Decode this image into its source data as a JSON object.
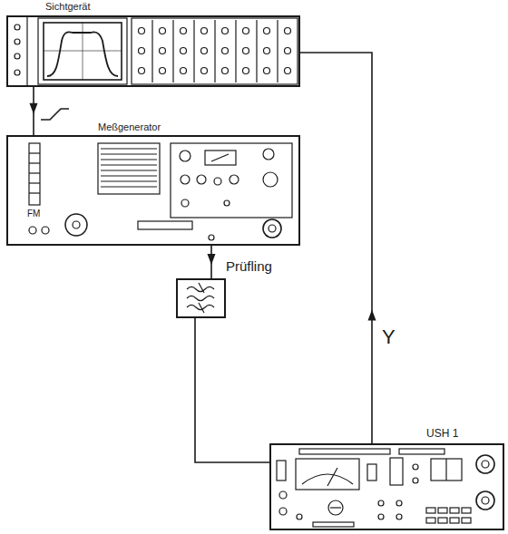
{
  "diagram": {
    "nodes": [
      {
        "text": [
          "Sichtgerät"
        ]
      },
      {
        "text": [
          "Meßgenerator",
          "FM"
        ]
      },
      {
        "text": [
          "Prüfling"
        ]
      },
      {
        "text": [
          "USH 1"
        ]
      }
    ],
    "edges": [
      {
        "from": 0,
        "to": 1,
        "arrow": "to"
      },
      {
        "from": 1,
        "to": 2,
        "arrow": "to"
      },
      {
        "from": 2,
        "to": 3,
        "arrow": "none"
      },
      {
        "from": 3,
        "to": 0,
        "arrow": "to",
        "label": "Y"
      }
    ]
  }
}
